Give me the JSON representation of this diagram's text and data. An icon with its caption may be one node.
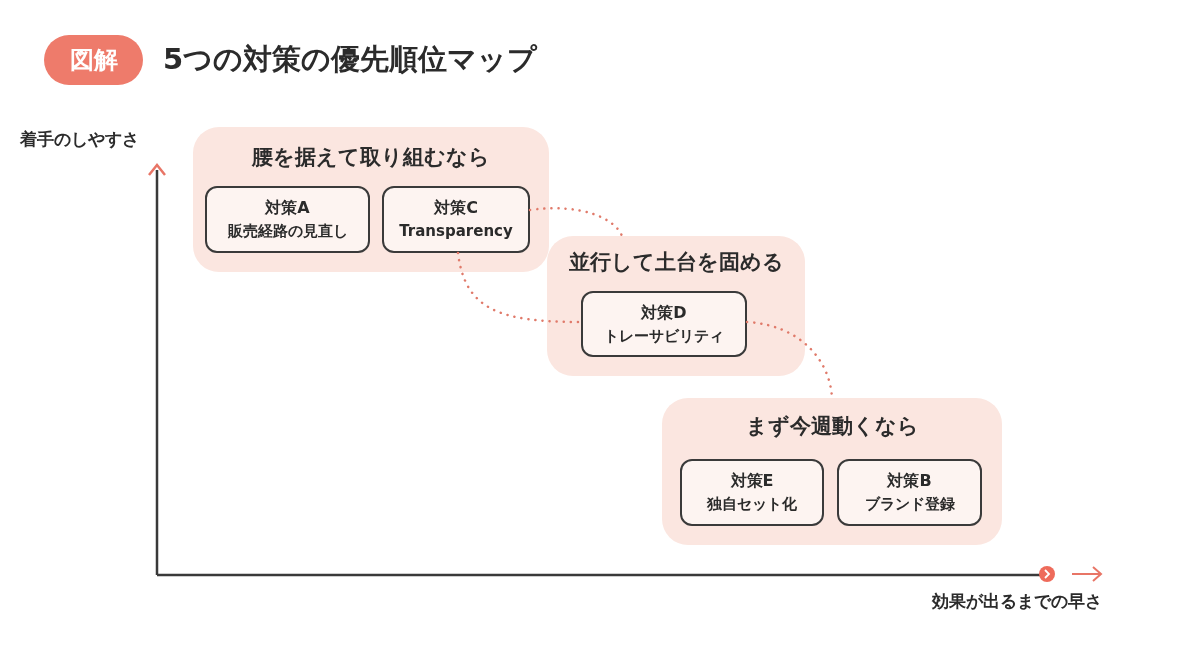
{
  "diagram": {
    "title": "5つの対策の優先順位マップ",
    "nodes": [
      {
        "text": [
          "腰を据えて取り組むなら"
        ]
      },
      {
        "text": [
          "対策A",
          "販売経路の見直し"
        ],
        "in": 0
      },
      {
        "text": [
          "対策C",
          "Transparency"
        ],
        "in": 0
      },
      {
        "text": [
          "並行して土台を固める"
        ]
      },
      {
        "text": [
          "対策D",
          "トレーサビリティ"
        ],
        "in": 3
      },
      {
        "text": [
          "まず今週動くなら"
        ]
      },
      {
        "text": [
          "対策E",
          "独自セット化"
        ],
        "in": 5
      },
      {
        "text": [
          "対策B",
          "ブランド登録"
        ],
        "in": 5
      }
    ],
    "edges": [
      {
        "from": 2,
        "to": 3,
        "arrow": "none",
        "style": "dashed"
      },
      {
        "from": 2,
        "to": 4,
        "arrow": "none",
        "style": "dashed"
      },
      {
        "from": 4,
        "to": 5,
        "arrow": "none",
        "style": "dashed"
      }
    ],
    "labels": [
      "図解",
      "着手のしやすさ",
      "効果が出るまでの早さ"
    ]
  }
}
